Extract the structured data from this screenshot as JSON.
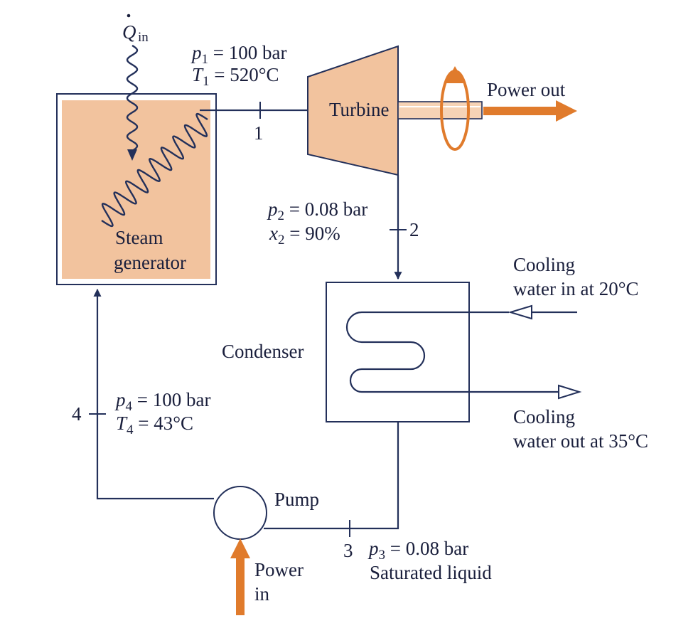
{
  "colors": {
    "line": "#23305a",
    "orange": "#e07b2c",
    "boiler_fill": "#f2c39e",
    "turbine_fill": "#f2c39e",
    "shaft_fill": "#f6d3b6",
    "text": "#1a1f3c"
  },
  "top_fragment": "",
  "heat_in": {
    "symbol": "Q",
    "sub": "in"
  },
  "state1": {
    "p_var": "p",
    "p_sub": "1",
    "p_val": " = 100 bar",
    "t_var": "T",
    "t_sub": "1",
    "t_val": " = 520°C",
    "marker": "1"
  },
  "state2": {
    "p_var": "p",
    "p_sub": "2",
    "p_val": " = 0.08 bar",
    "x_var": "x",
    "x_sub": "2",
    "x_val": " = 90%",
    "marker": "2"
  },
  "state3": {
    "p_var": "p",
    "p_sub": "3",
    "p_val": " = 0.08 bar",
    "desc": "Saturated liquid",
    "marker": "3"
  },
  "state4": {
    "p_var": "p",
    "p_sub": "4",
    "p_val": " = 100 bar",
    "t_var": "T",
    "t_sub": "4",
    "t_val": " = 43°C",
    "marker": "4"
  },
  "components": {
    "steam_generator": [
      "Steam",
      "generator"
    ],
    "turbine": "Turbine",
    "condenser": "Condenser",
    "pump": "Pump"
  },
  "power_out": "Power out",
  "power_in": [
    "Power",
    "in"
  ],
  "cooling_in": [
    "Cooling",
    "water in at 20°C"
  ],
  "cooling_out": [
    "Cooling",
    "water out at 35°C"
  ]
}
